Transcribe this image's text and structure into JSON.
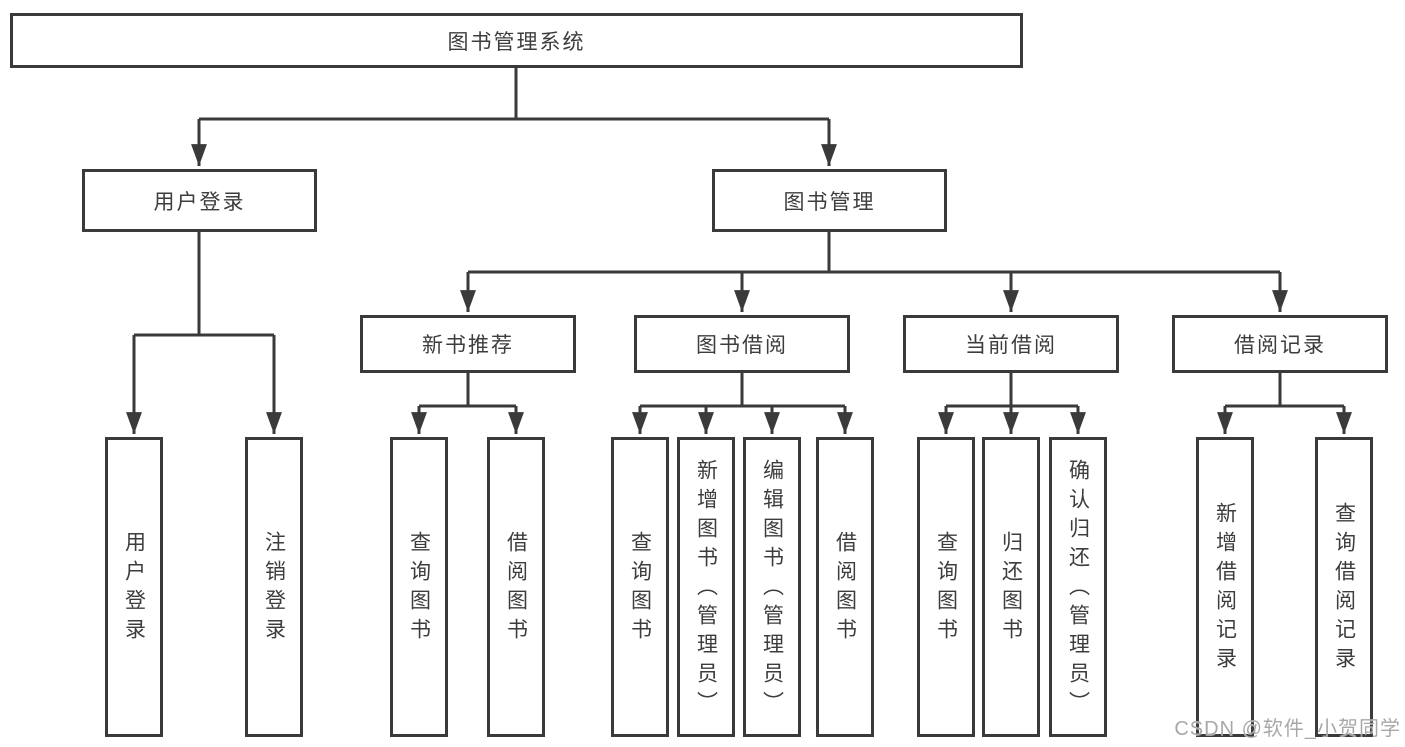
{
  "diagram": {
    "title_node": "图书管理系统",
    "level2": {
      "user_login": "用户登录",
      "book_management": "图书管理"
    },
    "level3": {
      "new_book_recommend": "新书推荐",
      "book_borrow": "图书借阅",
      "current_borrow": "当前借阅",
      "borrow_records": "借阅记录"
    },
    "leaves": {
      "user_login": [
        "用户登录",
        "注销登录"
      ],
      "new_book_recommend": [
        "查询图书",
        "借阅图书"
      ],
      "book_borrow": [
        "查询图书",
        "新增图书（管理员）",
        "编辑图书（管理员）",
        "借阅图书"
      ],
      "current_borrow": [
        "查询图书",
        "归还图书",
        "确认归还（管理员）"
      ],
      "borrow_records": [
        "新增借阅记录",
        "查询借阅记录"
      ]
    },
    "watermark": "CSDN @软件_小贺同学",
    "colors": {
      "line": "#3a3a3a",
      "text": "#3d3d3d",
      "watermark": "#a8a8a8",
      "background": "#ffffff"
    }
  }
}
